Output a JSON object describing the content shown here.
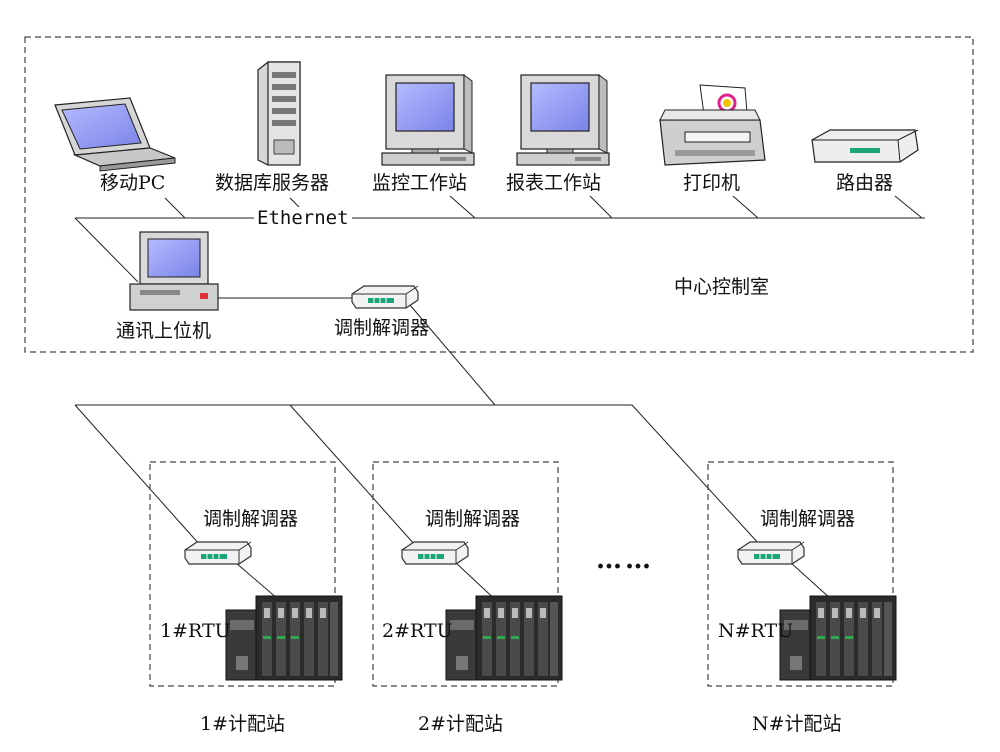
{
  "central_room": {
    "title": "中心控制室",
    "network_label": "Ethernet",
    "devices": {
      "laptop": "移动PC",
      "db_server": "数据库服务器",
      "monitor_ws": "监控工作站",
      "report_ws": "报表工作站",
      "printer": "打印机",
      "router": "路由器",
      "comm_host": "通讯上位机",
      "modem": "调制解调器"
    }
  },
  "stations": [
    {
      "name": "1#计配站",
      "modem": "调制解调器",
      "rtu": "1#RTU"
    },
    {
      "name": "2#计配站",
      "modem": "调制解调器",
      "rtu": "2#RTU"
    },
    {
      "name": "N#计配站",
      "modem": "调制解调器",
      "rtu": "N#RTU"
    }
  ],
  "ellipsis": "……",
  "colors": {
    "screen": "#8b93f0",
    "body": "#d8d8d8",
    "frame": "#222222",
    "modem_led": "#1aa57a",
    "dash": "#444444"
  }
}
